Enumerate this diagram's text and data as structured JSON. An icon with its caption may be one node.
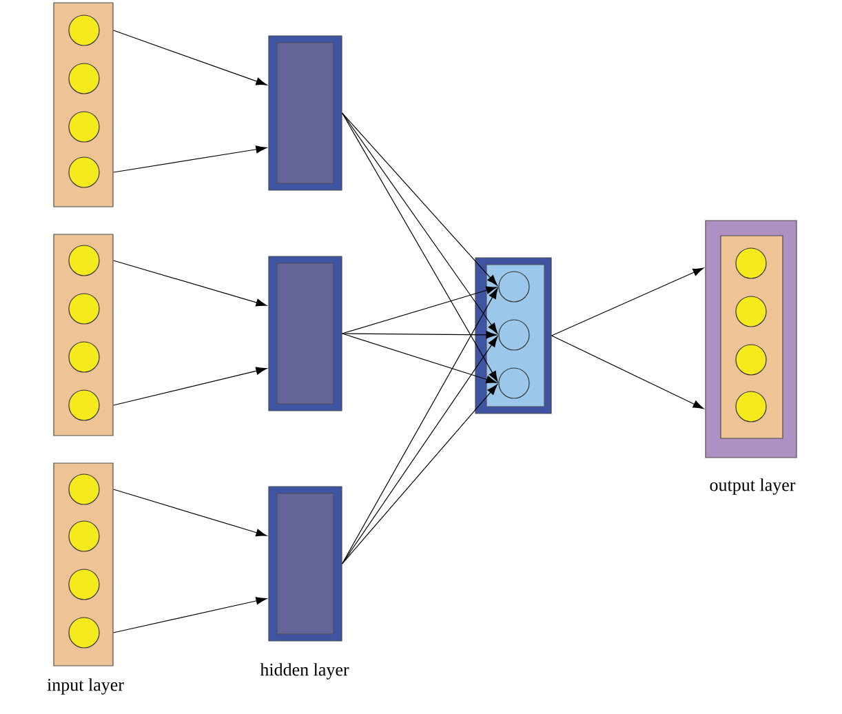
{
  "diagram": {
    "nodes": [
      {
        "text": [],
        "shape": "box"
      },
      {
        "text": [],
        "shape": "circle",
        "in": 0
      },
      {
        "text": [],
        "shape": "circle",
        "in": 0
      },
      {
        "text": [],
        "shape": "circle",
        "in": 0
      },
      {
        "text": [],
        "shape": "circle",
        "in": 0
      },
      {
        "text": [],
        "shape": "box"
      },
      {
        "text": [],
        "shape": "circle",
        "in": 5
      },
      {
        "text": [],
        "shape": "circle",
        "in": 5
      },
      {
        "text": [],
        "shape": "circle",
        "in": 5
      },
      {
        "text": [],
        "shape": "circle",
        "in": 5
      },
      {
        "text": [],
        "shape": "box"
      },
      {
        "text": [],
        "shape": "circle",
        "in": 10
      },
      {
        "text": [],
        "shape": "circle",
        "in": 10
      },
      {
        "text": [],
        "shape": "circle",
        "in": 10
      },
      {
        "text": [],
        "shape": "circle",
        "in": 10
      },
      {
        "text": [],
        "shape": "box"
      },
      {
        "text": [],
        "shape": "box"
      },
      {
        "text": [],
        "shape": "box"
      },
      {
        "text": [],
        "shape": "box"
      },
      {
        "text": [],
        "shape": "circle",
        "in": 18
      },
      {
        "text": [],
        "shape": "circle",
        "in": 18
      },
      {
        "text": [],
        "shape": "circle",
        "in": 18
      },
      {
        "text": [],
        "shape": "box"
      },
      {
        "text": [],
        "shape": "box",
        "in": 22
      },
      {
        "text": [],
        "shape": "circle",
        "in": 23
      },
      {
        "text": [],
        "shape": "circle",
        "in": 23
      },
      {
        "text": [],
        "shape": "circle",
        "in": 23
      },
      {
        "text": [],
        "shape": "circle",
        "in": 23
      }
    ],
    "edges": [
      {
        "from": 0,
        "to": 15,
        "arrow": "to"
      },
      {
        "from": 0,
        "to": 15,
        "arrow": "to"
      },
      {
        "from": 5,
        "to": 16,
        "arrow": "to"
      },
      {
        "from": 5,
        "to": 16,
        "arrow": "to"
      },
      {
        "from": 10,
        "to": 17,
        "arrow": "to"
      },
      {
        "from": 10,
        "to": 17,
        "arrow": "to"
      },
      {
        "from": 15,
        "to": 19,
        "arrow": "to"
      },
      {
        "from": 15,
        "to": 20,
        "arrow": "to"
      },
      {
        "from": 15,
        "to": 21,
        "arrow": "to"
      },
      {
        "from": 16,
        "to": 19,
        "arrow": "to"
      },
      {
        "from": 16,
        "to": 20,
        "arrow": "to"
      },
      {
        "from": 16,
        "to": 21,
        "arrow": "to"
      },
      {
        "from": 17,
        "to": 19,
        "arrow": "to"
      },
      {
        "from": 17,
        "to": 20,
        "arrow": "to"
      },
      {
        "from": 17,
        "to": 21,
        "arrow": "to"
      },
      {
        "from": 18,
        "to": 22,
        "arrow": "to"
      },
      {
        "from": 18,
        "to": 22,
        "arrow": "to"
      }
    ],
    "labels": [
      "output layer",
      "input layer",
      "hidden layer"
    ]
  }
}
